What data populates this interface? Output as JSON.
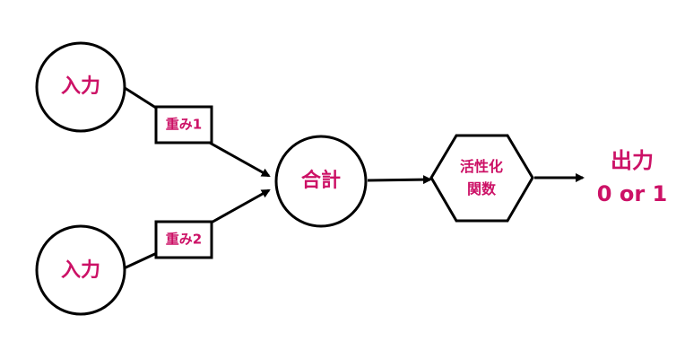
{
  "diagram": {
    "input_1_label": "入力",
    "input_2_label": "入力",
    "weight_1_label": "重み1",
    "weight_2_label": "重み2",
    "sum_label": "合計",
    "activation_line_1": "活性化",
    "activation_line_2": "関数",
    "output_line_1": "出力",
    "output_line_2": "0 or 1"
  },
  "colors": {
    "text_accent": "#cc1166",
    "stroke": "#000000"
  }
}
